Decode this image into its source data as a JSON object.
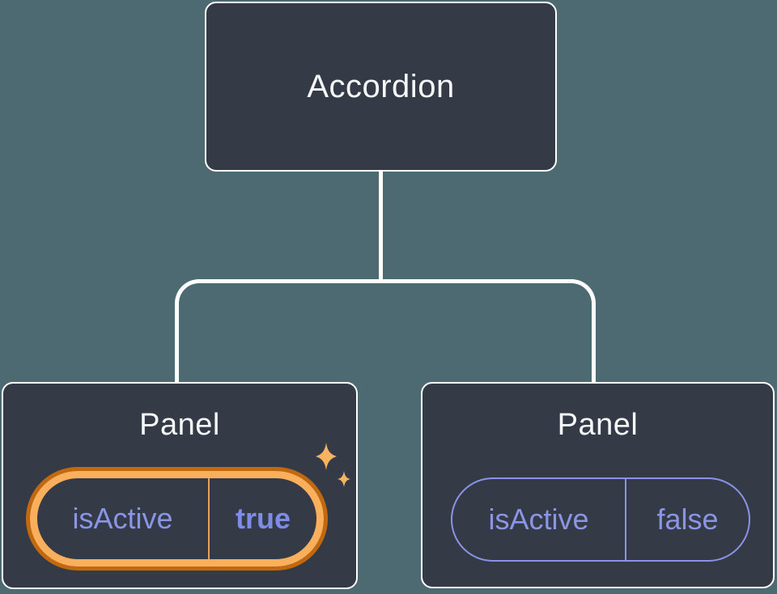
{
  "diagram": {
    "description": "Component tree diagram: an Accordion parent with two Panel children holding isActive state",
    "root": {
      "label": "Accordion"
    },
    "panels": [
      {
        "label": "Panel",
        "state": {
          "name": "isActive",
          "value": "true"
        },
        "highlighted": true,
        "highlight_icon": "sparkles"
      },
      {
        "label": "Panel",
        "state": {
          "name": "isActive",
          "value": "false"
        },
        "highlighted": false
      }
    ],
    "colors": {
      "background": "#4D6972",
      "node_fill": "#343A46",
      "node_border": "#FFFFFF",
      "connector": "#FFFFFF",
      "title_text": "#F6F7F9",
      "state_text": "#8A96E5",
      "state_value_active": "#7E8CE8",
      "pill_border_inactive": "#8A93E8",
      "highlight_ring_outer": "#C2690F",
      "highlight_ring_inner": "#FAAF5C",
      "highlight_divider": "#E9A158",
      "sparkle": "#F7B35F"
    }
  }
}
